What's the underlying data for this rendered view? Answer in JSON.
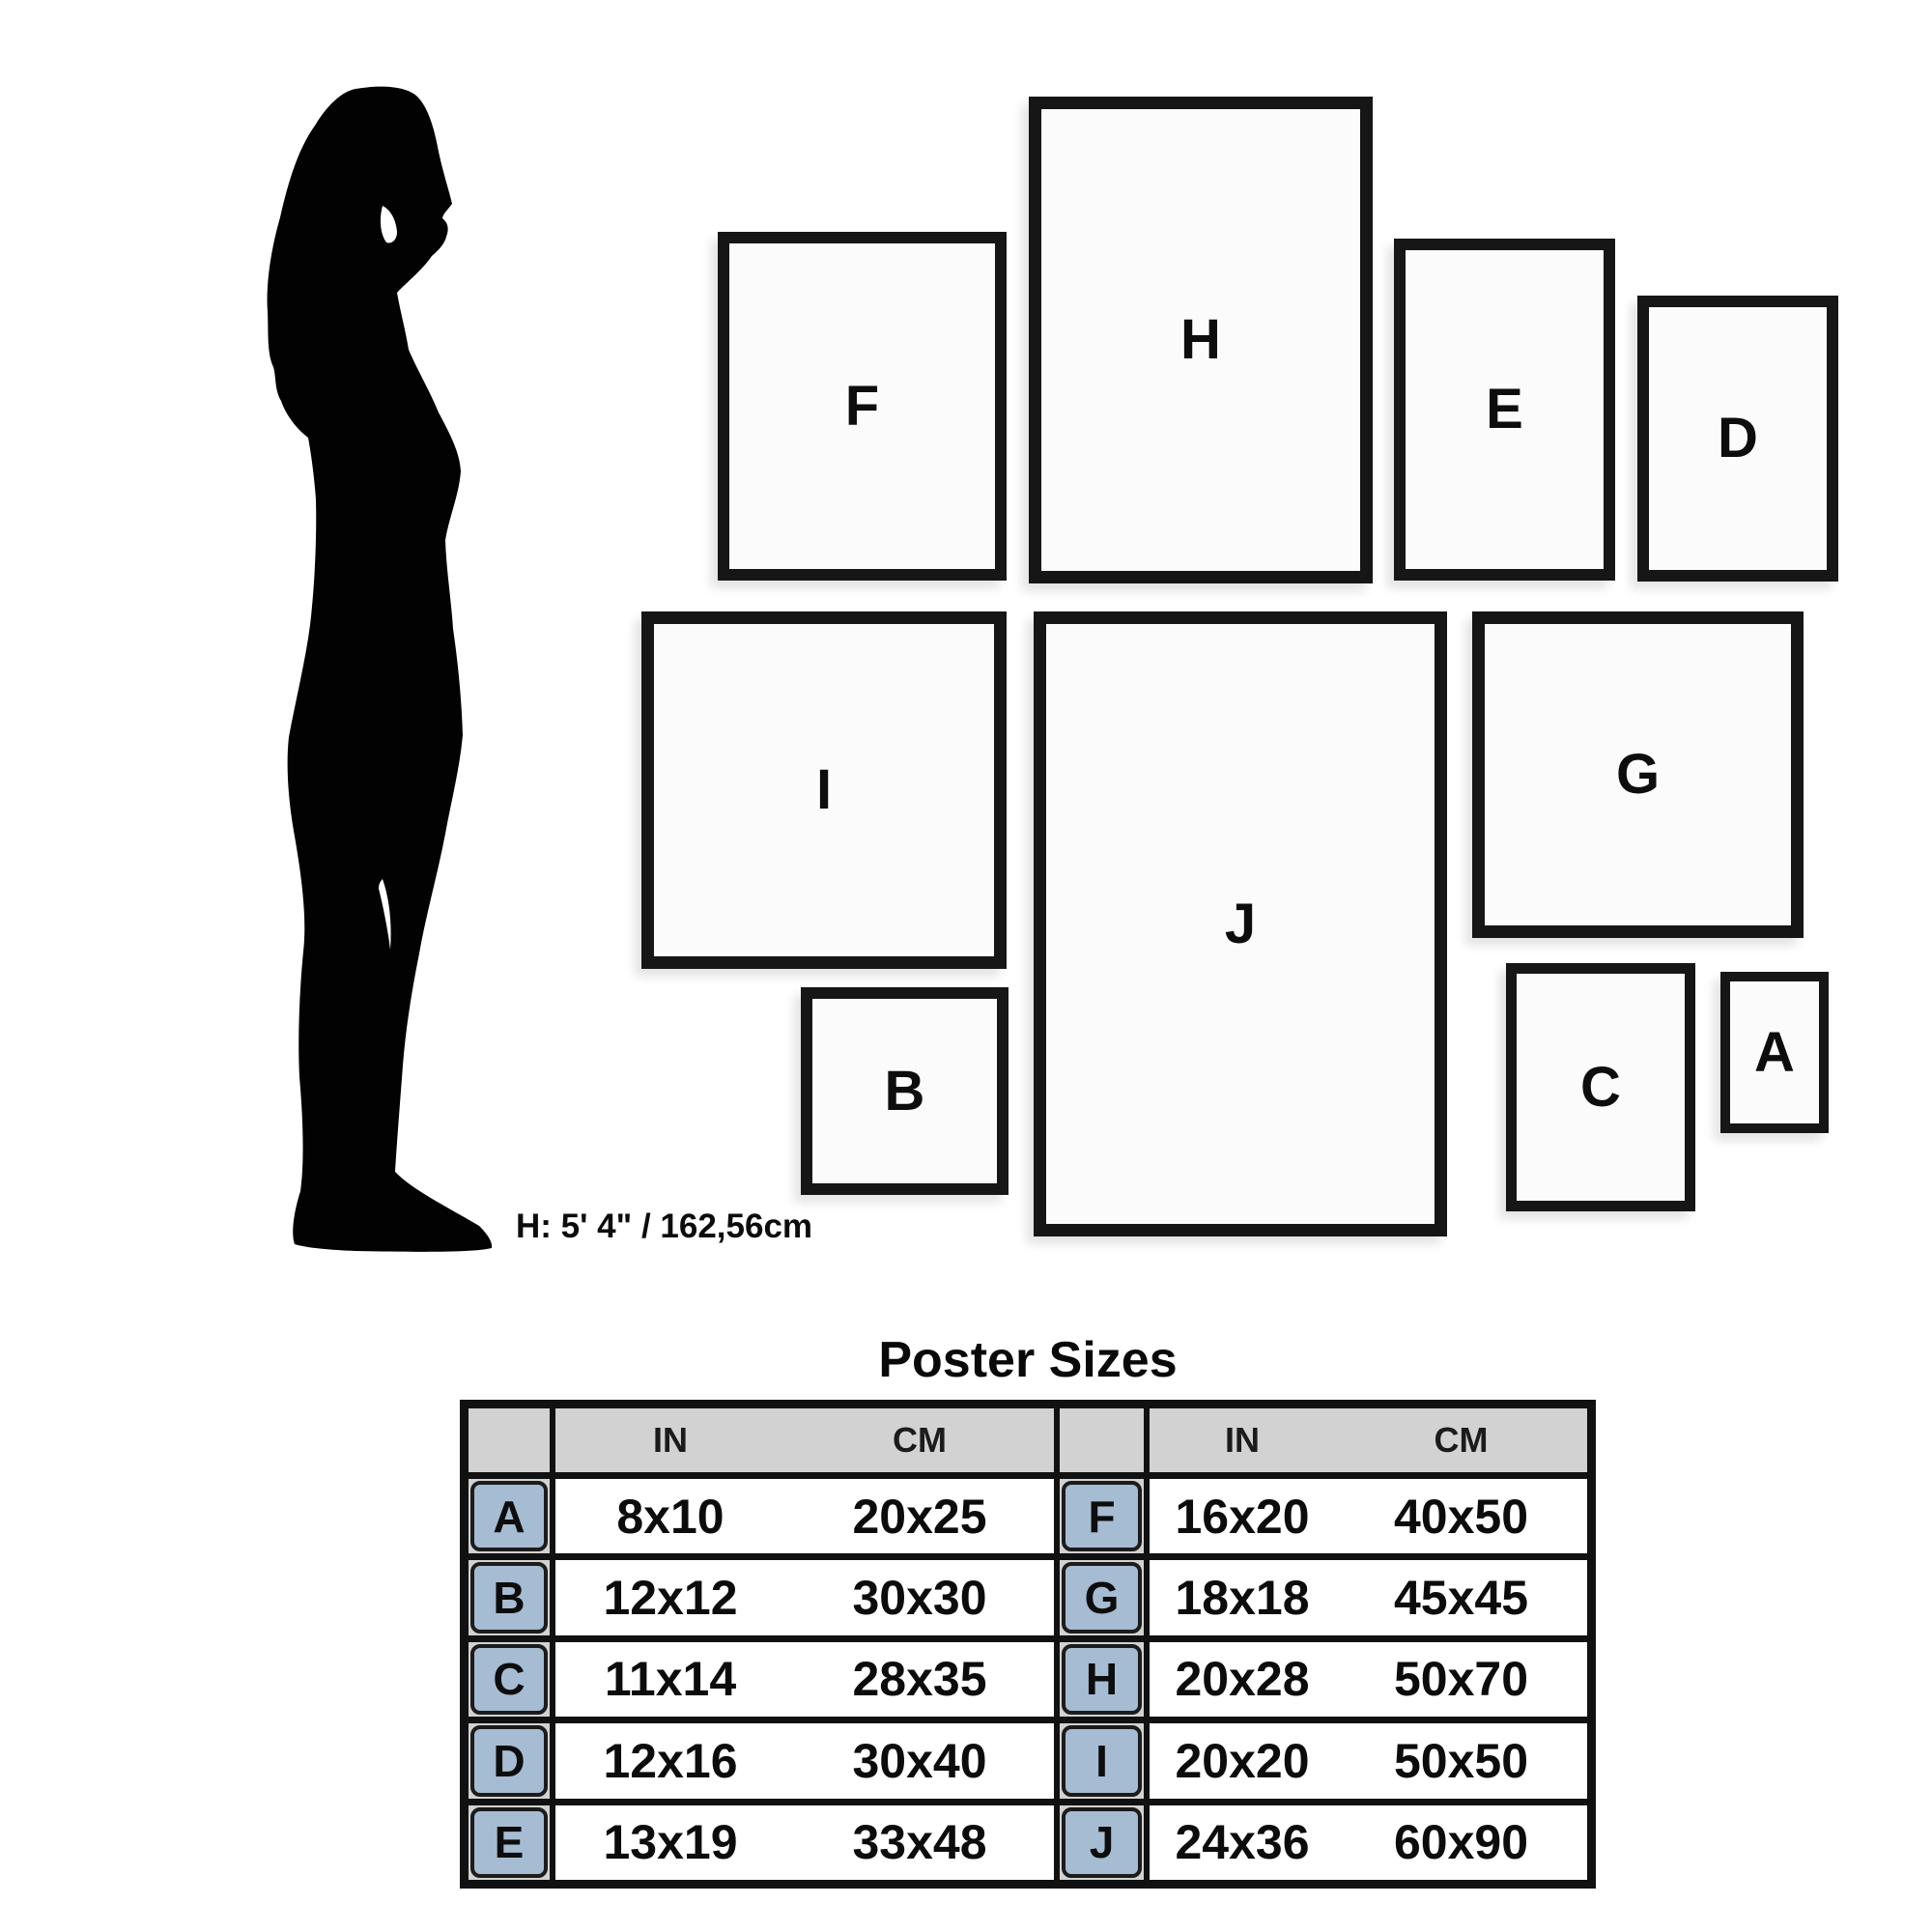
{
  "page": {
    "background": "#ffffff"
  },
  "figure": {
    "height_label": "H: 5' 4\" / 162,56cm",
    "silhouette_color": "#020202"
  },
  "frames": {
    "f": {
      "label": "F"
    },
    "h": {
      "label": "H"
    },
    "e": {
      "label": "E"
    },
    "d": {
      "label": "D"
    },
    "i": {
      "label": "I"
    },
    "j": {
      "label": "J"
    },
    "g": {
      "label": "G"
    },
    "b": {
      "label": "B"
    },
    "c": {
      "label": "C"
    },
    "a": {
      "label": "A"
    }
  },
  "table": {
    "title": "Poster Sizes",
    "columns": {
      "in": "IN",
      "cm": "CM"
    },
    "colors": {
      "header_bg": "#d2d2d2",
      "letter_bg": "#a6bcd2",
      "grid": "#111111"
    },
    "left_rows": [
      {
        "label": "A",
        "in": "8x10",
        "cm": "20x25"
      },
      {
        "label": "B",
        "in": "12x12",
        "cm": "30x30"
      },
      {
        "label": "C",
        "in": "11x14",
        "cm": "28x35"
      },
      {
        "label": "D",
        "in": "12x16",
        "cm": "30x40"
      },
      {
        "label": "E",
        "in": "13x19",
        "cm": "33x48"
      }
    ],
    "right_rows": [
      {
        "label": "F",
        "in": "16x20",
        "cm": "40x50"
      },
      {
        "label": "G",
        "in": "18x18",
        "cm": "45x45"
      },
      {
        "label": "H",
        "in": "20x28",
        "cm": "50x70"
      },
      {
        "label": "I",
        "in": "20x20",
        "cm": "50x50"
      },
      {
        "label": "J",
        "in": "24x36",
        "cm": "60x90"
      }
    ]
  }
}
